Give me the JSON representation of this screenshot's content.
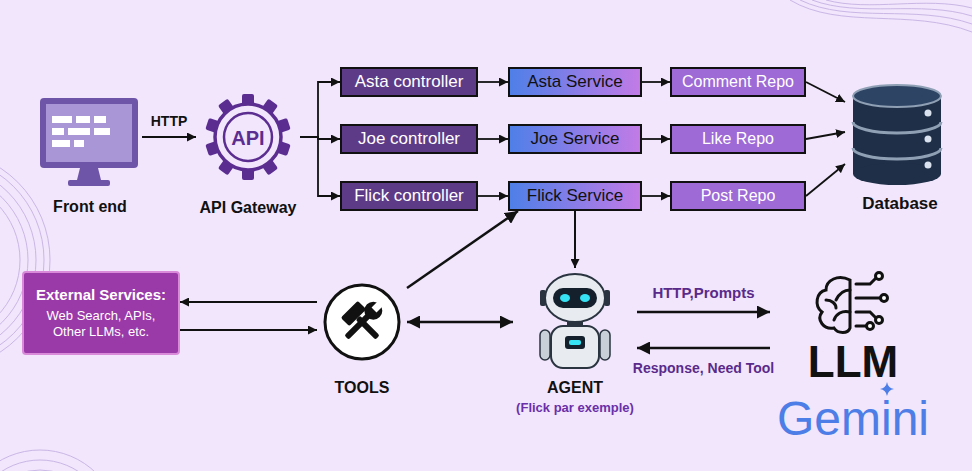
{
  "diagram": {
    "nodes": [
      {
        "text": [
          "Front end"
        ]
      },
      {
        "text": [
          "API",
          "API Gateway"
        ]
      },
      {
        "text": [
          "Asta controller"
        ]
      },
      {
        "text": [
          "Asta Service"
        ]
      },
      {
        "text": [
          "Comment Repo"
        ]
      },
      {
        "text": [
          "Joe controller"
        ]
      },
      {
        "text": [
          "Joe Service"
        ]
      },
      {
        "text": [
          "Like Repo"
        ]
      },
      {
        "text": [
          "Flick controller"
        ]
      },
      {
        "text": [
          "Flick Service"
        ]
      },
      {
        "text": [
          "Post Repo"
        ]
      },
      {
        "text": [
          "Database"
        ]
      },
      {
        "text": [
          "External Services:",
          "Web Search, APIs, Other LLMs, etc."
        ]
      },
      {
        "text": [
          "TOOLS"
        ]
      },
      {
        "text": [
          "AGENT",
          "(Flick par exemple)"
        ]
      },
      {
        "text": [
          "LLM",
          "Gemini"
        ]
      }
    ],
    "edges": [
      {
        "from": 0,
        "to": 1,
        "arrow": "to",
        "label": "HTTP"
      },
      {
        "from": 1,
        "to": 2,
        "arrow": "to"
      },
      {
        "from": 1,
        "to": 5,
        "arrow": "to"
      },
      {
        "from": 1,
        "to": 8,
        "arrow": "to"
      },
      {
        "from": 2,
        "to": 3,
        "arrow": "to"
      },
      {
        "from": 5,
        "to": 6,
        "arrow": "to"
      },
      {
        "from": 8,
        "to": 9,
        "arrow": "to"
      },
      {
        "from": 3,
        "to": 4,
        "arrow": "to"
      },
      {
        "from": 6,
        "to": 7,
        "arrow": "to"
      },
      {
        "from": 9,
        "to": 10,
        "arrow": "to"
      },
      {
        "from": 4,
        "to": 11,
        "arrow": "to"
      },
      {
        "from": 7,
        "to": 11,
        "arrow": "to"
      },
      {
        "from": 10,
        "to": 11,
        "arrow": "to"
      },
      {
        "from": 9,
        "to": 14,
        "arrow": "to"
      },
      {
        "from": 13,
        "to": 9,
        "arrow": "to"
      },
      {
        "from": 13,
        "to": 14,
        "arrow": "both"
      },
      {
        "from": 13,
        "to": 12,
        "arrow": "to"
      },
      {
        "from": 12,
        "to": 13,
        "arrow": "to"
      },
      {
        "from": 14,
        "to": 15,
        "arrow": "to",
        "label": "HTTP,Prompts"
      },
      {
        "from": 15,
        "to": 14,
        "arrow": "to",
        "label": "Response, Need Tool"
      }
    ]
  }
}
